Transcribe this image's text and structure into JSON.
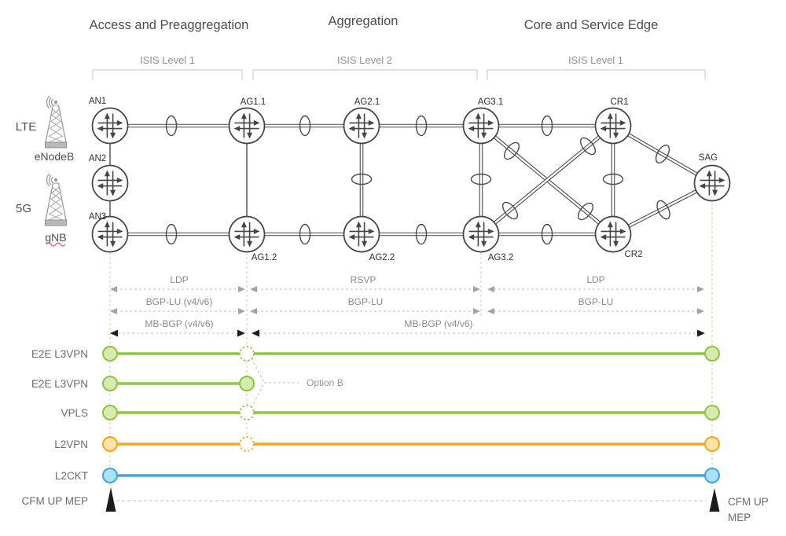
{
  "sections": {
    "access": {
      "title": "Access and Preaggregation",
      "isis_label": "ISIS Level 1"
    },
    "aggregation": {
      "title": "Aggregation",
      "isis_label": "ISIS Level 2"
    },
    "core": {
      "title": "Core and Service Edge",
      "isis_label": "ISIS Level 1"
    }
  },
  "radio": {
    "lte": "LTE",
    "enodeb": "eNodeB",
    "fiveg": "5G",
    "gnb": "gNB"
  },
  "routers": [
    {
      "label": "AN1"
    },
    {
      "label": "AN2"
    },
    {
      "label": "AN3"
    },
    {
      "label": "AG1.1"
    },
    {
      "label": "AG2.1"
    },
    {
      "label": "AG3.1"
    },
    {
      "label": "CR1"
    },
    {
      "label": "AG1.2"
    },
    {
      "label": "AG2.2"
    },
    {
      "label": "AG3.2"
    },
    {
      "label": "CR2"
    },
    {
      "label": "SAG"
    }
  ],
  "protocols": {
    "rows": [
      {
        "spans": [
          {
            "label": "LDP",
            "from": "AN3",
            "to": "AG1.2"
          },
          {
            "label": "RSVP",
            "from": "AG1.2",
            "to": "AG3.2"
          },
          {
            "label": "LDP",
            "from": "AG3.2",
            "to": "SAG"
          }
        ]
      },
      {
        "spans": [
          {
            "label": "BGP-LU (v4/v6)",
            "from": "AN3",
            "to": "AG1.2"
          },
          {
            "label": "BGP-LU",
            "from": "AG1.2",
            "to": "AG3.2"
          },
          {
            "label": "BGP-LU",
            "from": "AG3.2",
            "to": "SAG"
          }
        ]
      },
      {
        "spans": [
          {
            "label": "MB-BGP (v4/v6)",
            "from": "AN3",
            "to": "AG1.2"
          },
          {
            "label": "MB-BGP (v4/v6)",
            "from": "AG1.2",
            "to": "SAG"
          }
        ]
      }
    ]
  },
  "services": {
    "rows": [
      {
        "label": "E2E L3VPN",
        "line_color": "#8dc63f"
      },
      {
        "label": "E2E L3VPN",
        "line_color": "#8dc63f"
      },
      {
        "label": "VPLS",
        "line_color": "#8dc63f"
      },
      {
        "label": "L2VPN",
        "line_color": "#f2a91c"
      },
      {
        "label": "L2CKT",
        "line_color": "#3ba5e0"
      }
    ],
    "option_b": "Option B",
    "cfm_left": "CFM UP MEP",
    "cfm_right_line1": "CFM UP",
    "cfm_right_line2": "MEP"
  },
  "colors": {
    "service_green": "#8dc63f",
    "service_orange": "#f2a91c",
    "service_blue": "#3ba5e0",
    "guide_dash": "#d9dcae",
    "diagram_line": "#4a4a4a"
  }
}
